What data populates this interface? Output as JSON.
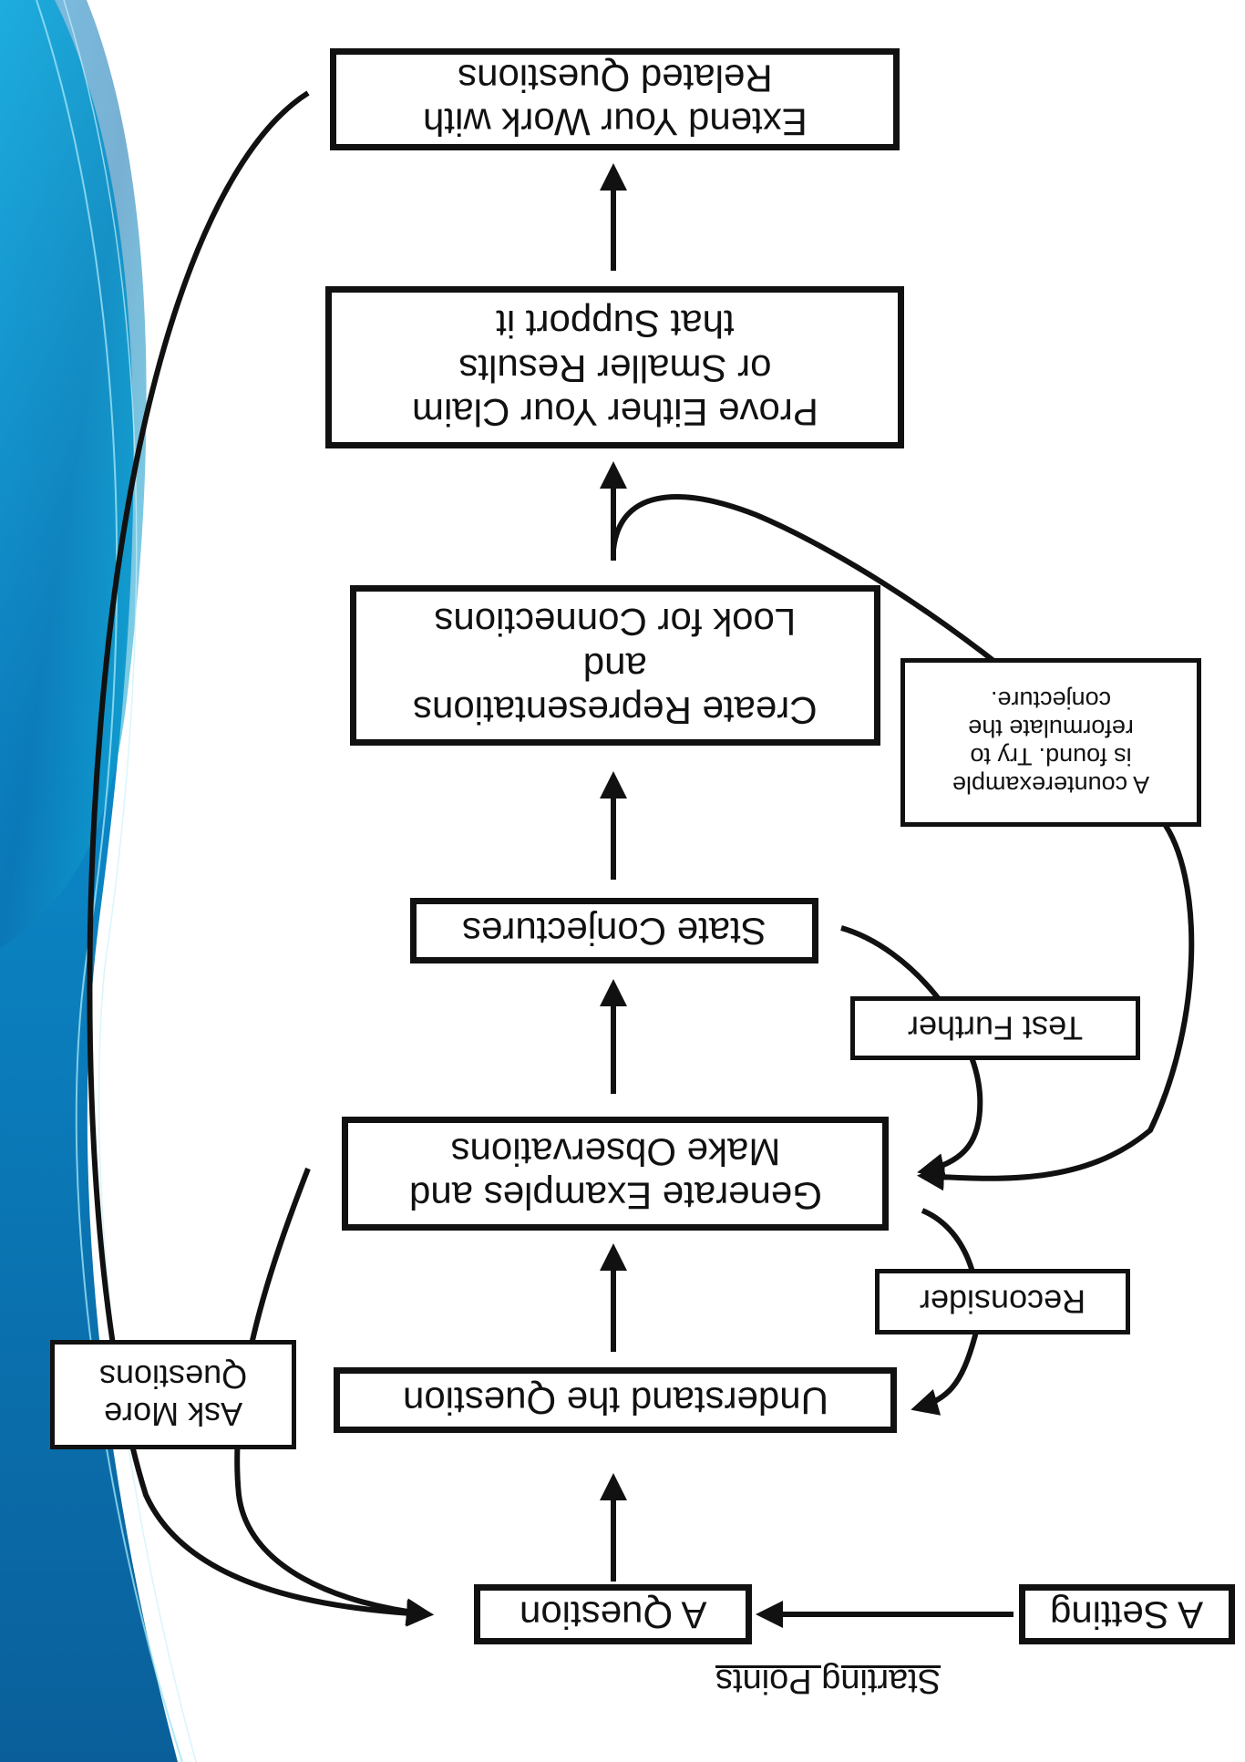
{
  "diagram": {
    "starting_points_label": "Starting Points",
    "nodes": {
      "setting": "A Setting",
      "question": "A Question",
      "understand": "Understand the Question",
      "generate": "Generate Examples and\nMake Observations",
      "conjectures": "State Conjectures",
      "representations": "Create Representations\nand\nLook for Connections",
      "prove": "Prove Either Your Claim\nor Smaller Results\nthat Support it",
      "extend": "Extend Your Work with\nRelated Questions"
    },
    "feedback_labels": {
      "ask_more": "Ask More\nQuestions",
      "reconsider": "Reconsider",
      "test_further": "Test Further",
      "counterexample": "A counterexample\nis found. Try to\nreformulate the\nconjecture."
    }
  },
  "colors": {
    "accent_dark": "#0a5f9a",
    "accent_light": "#13c4e6",
    "ink": "#111111"
  }
}
